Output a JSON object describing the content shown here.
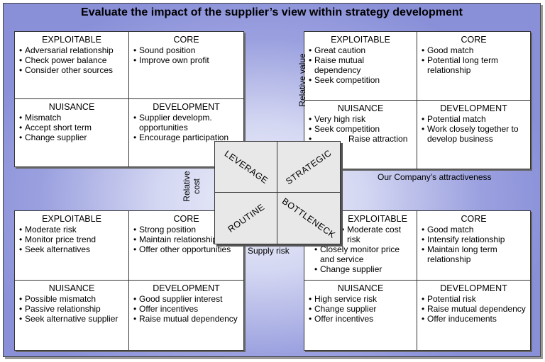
{
  "title": "Evaluate the impact of the supplier’s view within strategy development",
  "axes": {
    "relative_value": "Relative value",
    "relative_cost_line1": "Relative",
    "relative_cost_line2": "cost",
    "attractiveness": "Our Company’s attractiveness",
    "supply_risk": "Supply risk"
  },
  "center": {
    "leverage": "LEVERAGE",
    "strategic": "STRATEGIC",
    "routine": "ROUTINE",
    "bottleneck": "BOTTLENECK"
  },
  "leverage_grid": {
    "exploitable": {
      "head": "EXPLOITABLE",
      "items": [
        "Adversarial relationship",
        "Check power balance",
        "Consider other sources"
      ]
    },
    "core": {
      "head": "CORE",
      "items": [
        "Sound position",
        "Improve own profit"
      ]
    },
    "nuisance": {
      "head": "NUISANCE",
      "items": [
        "Mismatch",
        "Accept short term",
        "Change supplier"
      ]
    },
    "development": {
      "head": "DEVELOPMENT",
      "items": [
        "Supplier developm. opportunities",
        "Encourage participation"
      ]
    }
  },
  "strategic_grid": {
    "exploitable": {
      "head": "EXPLOITABLE",
      "items": [
        "Great caution",
        "Raise mutual dependency",
        "Seek competition"
      ]
    },
    "core": {
      "head": "CORE",
      "items": [
        "Good match",
        "Potential long term relationship"
      ]
    },
    "nuisance": {
      "head": "NUISANCE",
      "items": [
        "Very high risk",
        "Seek competition",
        "Raise attraction"
      ]
    },
    "development": {
      "head": "DEVELOPMENT",
      "items": [
        "Potential match",
        "Work closely together to develop business"
      ]
    }
  },
  "routine_grid": {
    "exploitable": {
      "head": "EXPLOITABLE",
      "items": [
        "Moderate risk",
        "Monitor price trend",
        "Seek alternatives"
      ]
    },
    "core": {
      "head": "CORE",
      "items": [
        "Strong position",
        "Maintain relationship",
        "Offer other opportunities"
      ]
    },
    "nuisance": {
      "head": "NUISANCE",
      "items": [
        "Possible mismatch",
        "Passive relationship",
        "Seek alternative supplier"
      ]
    },
    "development": {
      "head": "DEVELOPMENT",
      "items": [
        "Good supplier interest",
        "Offer incentives",
        "Raise mutual dependency"
      ]
    }
  },
  "bottleneck_grid": {
    "exploitable": {
      "head": "EXPLOITABLE",
      "items": [
        "Moderate cost risk",
        "Closely monitor price and service",
        "Change supplier"
      ]
    },
    "core": {
      "head": "CORE",
      "items": [
        "Good match",
        "Intensify relationship",
        "Maintain long term relationship"
      ]
    },
    "nuisance": {
      "head": "NUISANCE",
      "items": [
        "High service risk",
        "Change supplier",
        "Offer incentives"
      ]
    },
    "development": {
      "head": "DEVELOPMENT",
      "items": [
        "Potential risk",
        "Raise mutual dependency",
        "Offer inducements"
      ]
    }
  }
}
